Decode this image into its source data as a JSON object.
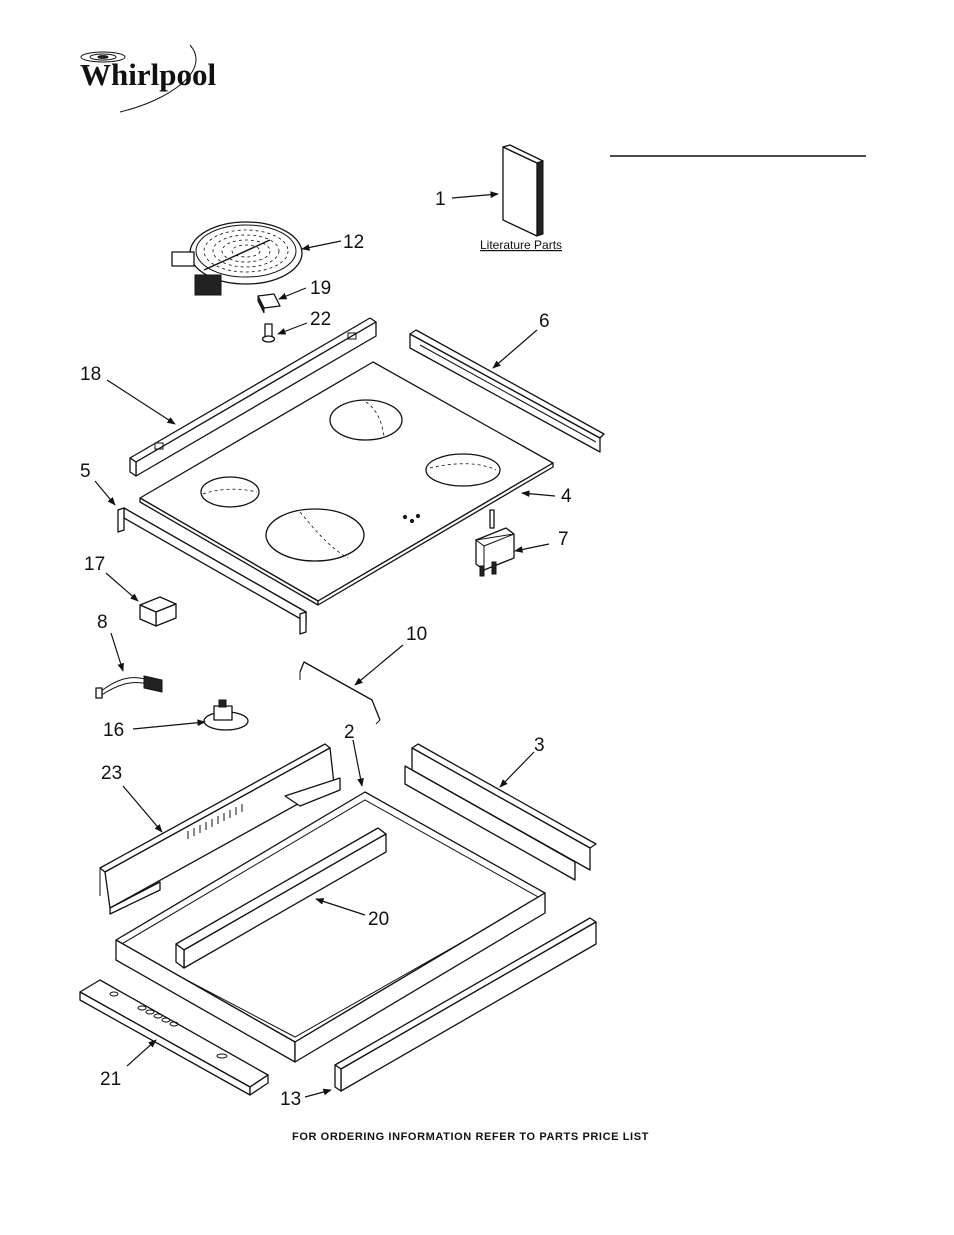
{
  "brand": {
    "name": "Whirlpool"
  },
  "literature_label": "Literature Parts",
  "footer": "FOR ORDERING INFORMATION REFER TO PARTS PRICE LIST",
  "callouts": {
    "c1": "1",
    "c2": "2",
    "c3": "3",
    "c4": "4",
    "c5": "5",
    "c6": "6",
    "c7": "7",
    "c8": "8",
    "c10": "10",
    "c12": "12",
    "c13": "13",
    "c16": "16",
    "c17": "17",
    "c18": "18",
    "c19": "19",
    "c20": "20",
    "c21": "21",
    "c22": "22",
    "c23": "23"
  }
}
